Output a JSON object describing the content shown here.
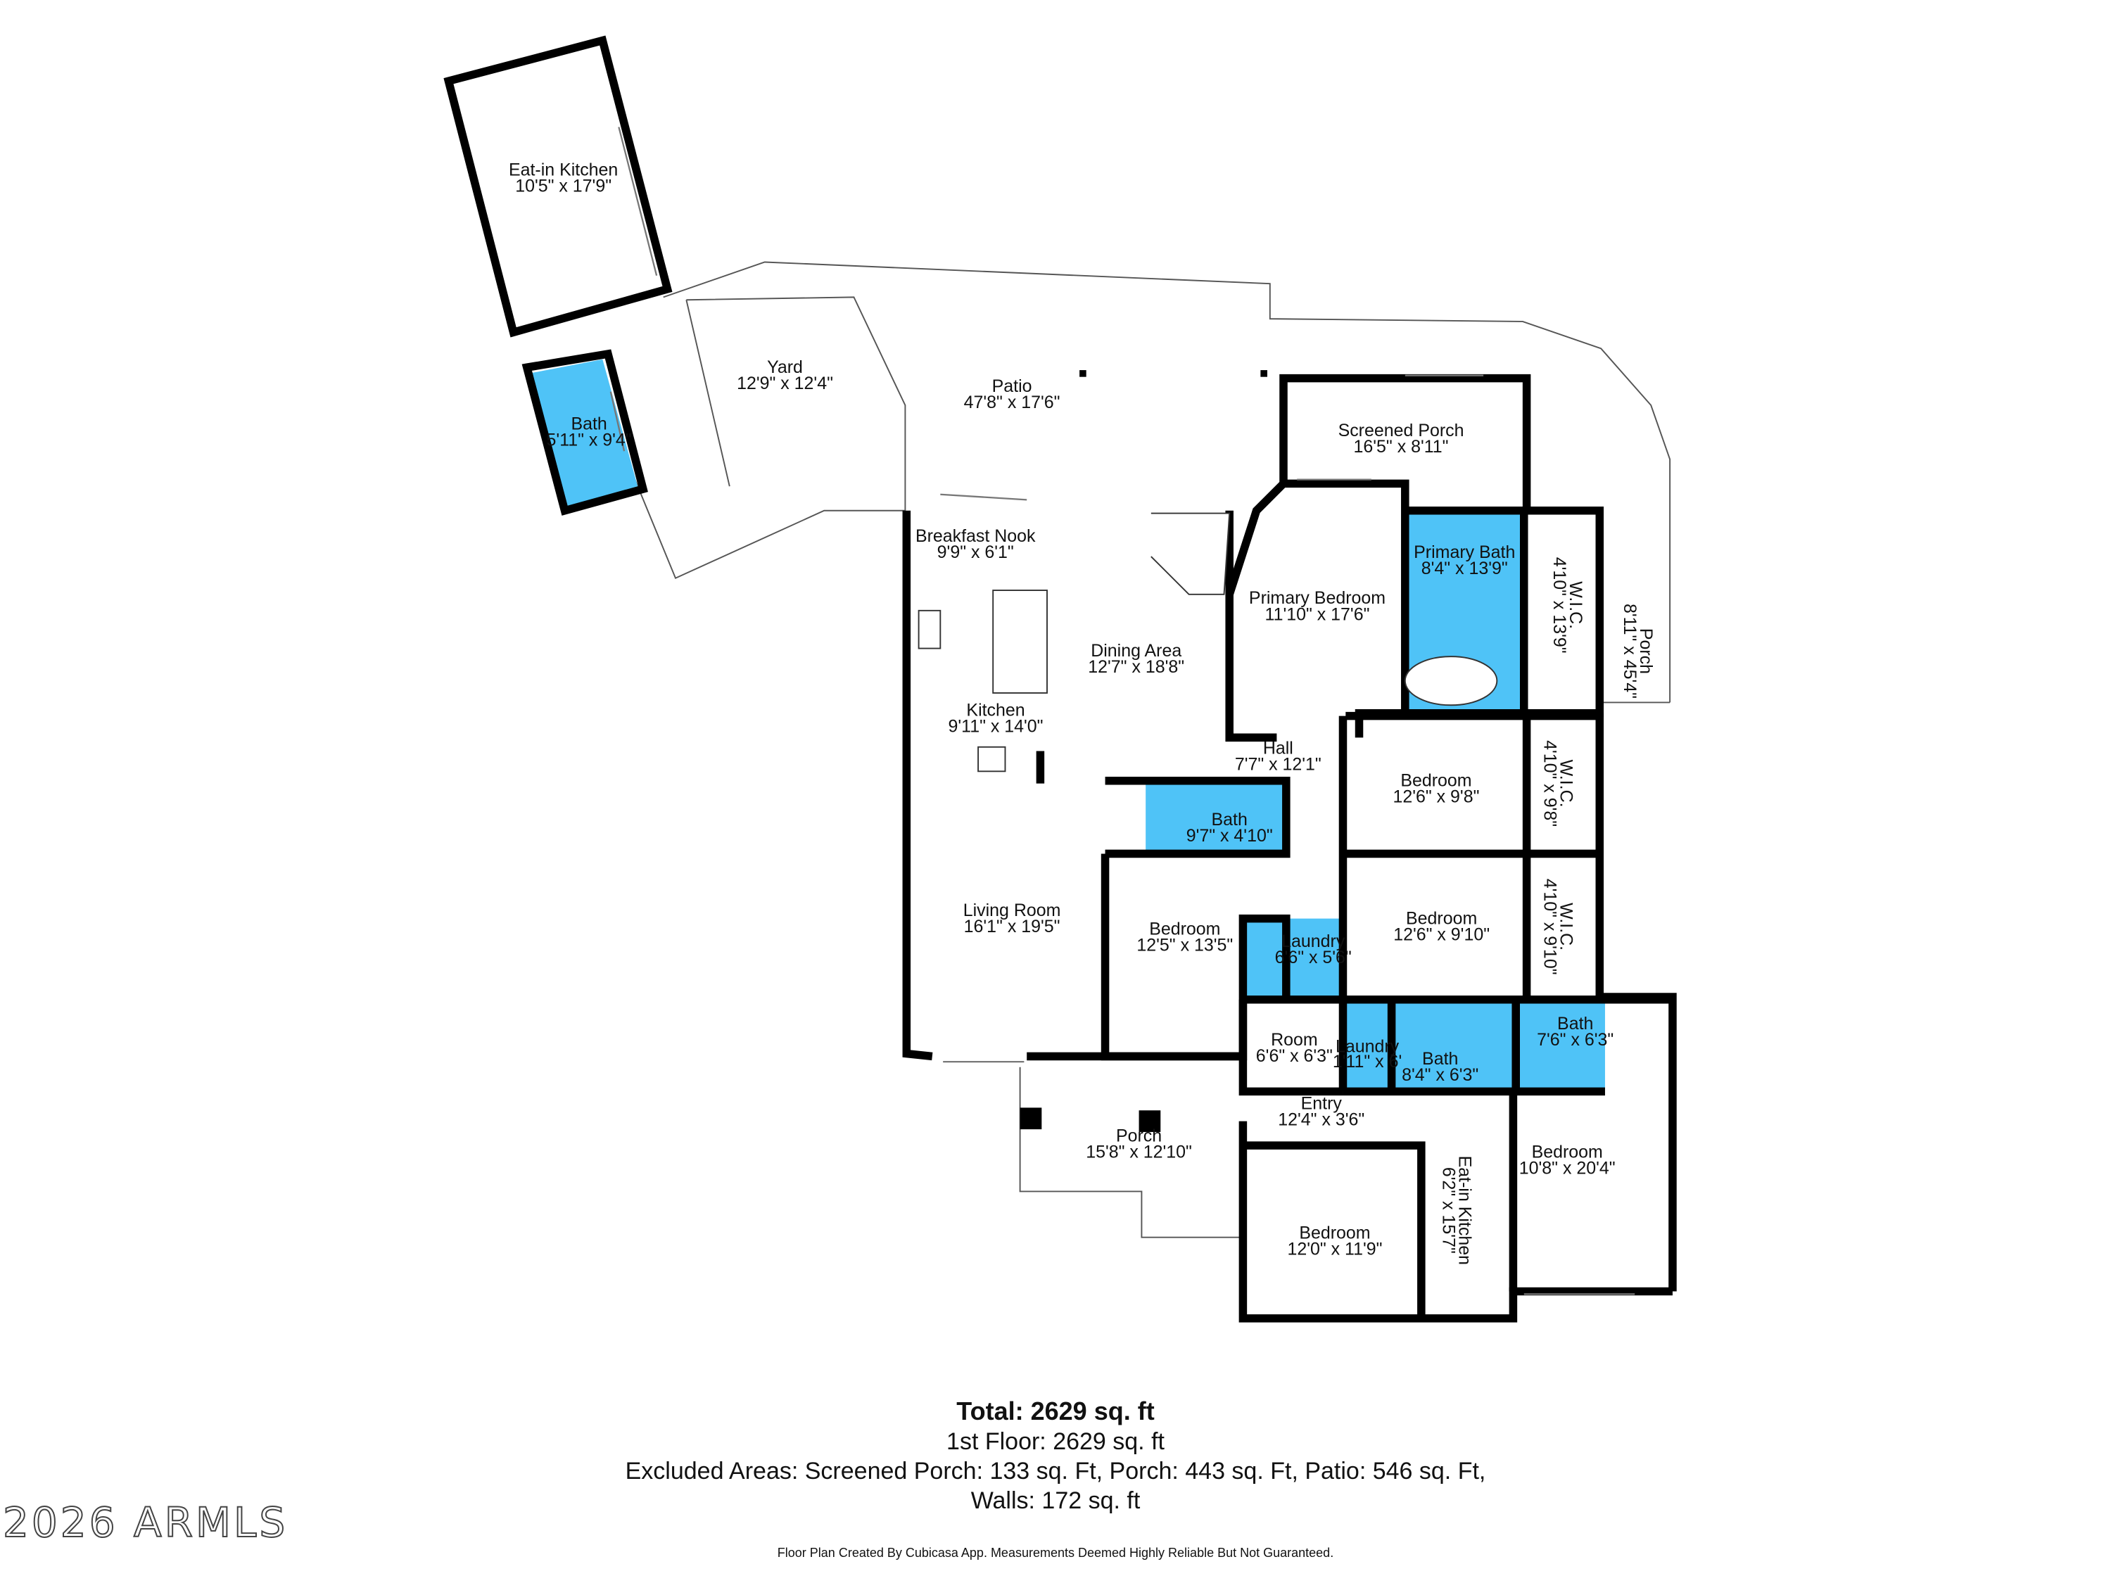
{
  "rooms": [
    {
      "name": "Eat-in Kitchen",
      "dims": "10'5\" x 17'9\""
    },
    {
      "name": "Bath",
      "dims": "5'11\" x 9'4\""
    },
    {
      "name": "Yard",
      "dims": "12'9\" x 12'4\""
    },
    {
      "name": "Patio",
      "dims": "47'8\" x 17'6\""
    },
    {
      "name": "Screened Porch",
      "dims": "16'5\" x 8'11\""
    },
    {
      "name": "Breakfast Nook",
      "dims": "9'9\" x 6'1\""
    },
    {
      "name": "Dining Area",
      "dims": "12'7\" x 18'8\""
    },
    {
      "name": "Kitchen",
      "dims": "9'11\" x 14'0\""
    },
    {
      "name": "Primary Bedroom",
      "dims": "11'10\" x 17'6\""
    },
    {
      "name": "Primary Bath",
      "dims": "8'4\" x 13'9\""
    },
    {
      "name": "W.I.C.",
      "dims": "4'10\" x 13'9\""
    },
    {
      "name": "Porch",
      "dims": "8'11\" x 45'4\""
    },
    {
      "name": "Hall",
      "dims": "7'7\" x 12'1\""
    },
    {
      "name": "Bedroom",
      "dims": "12'6\" x 9'8\""
    },
    {
      "name": "W.I.C.",
      "dims": "4'10\" x 9'8\""
    },
    {
      "name": "Bath",
      "dims": "9'7\" x 4'10\""
    },
    {
      "name": "Living Room",
      "dims": "16'1\" x 19'5\""
    },
    {
      "name": "Bedroom",
      "dims": "12'5\" x 13'5\""
    },
    {
      "name": "Laundry",
      "dims": "6'6\" x 5'6\""
    },
    {
      "name": "Bedroom",
      "dims": "12'6\" x 9'10\""
    },
    {
      "name": "W.I.C.",
      "dims": "4'10\" x 9'10\""
    },
    {
      "name": "Room",
      "dims": "6'6\" x 6'3\""
    },
    {
      "name": "Laundry",
      "dims": "1'11\" x 6'"
    },
    {
      "name": "Bath",
      "dims": "8'4\" x 6'3\""
    },
    {
      "name": "Bath",
      "dims": "7'6\" x 6'3\""
    },
    {
      "name": "Entry",
      "dims": "12'4\" x 3'6\""
    },
    {
      "name": "Porch",
      "dims": "15'8\" x 12'10\""
    },
    {
      "name": "Eat-in Kitchen",
      "dims": "6'2\" x 15'7\""
    },
    {
      "name": "Bedroom",
      "dims": "10'8\" x 20'4\""
    },
    {
      "name": "Bedroom",
      "dims": "12'0\" x 11'9\""
    }
  ],
  "summary": {
    "total": "Total: 2629 sq. ft",
    "floor": "1st Floor: 2629 sq. ft",
    "excluded": "Excluded Areas: Screened Porch: 133 sq. Ft, Porch: 443 sq. Ft, Patio: 546 sq. Ft,",
    "walls": "Walls: 172 sq. ft"
  },
  "credit": "Floor Plan Created By Cubicasa App. Measurements Deemed Highly Reliable But Not Guaranteed.",
  "watermark": "2026 ARMLS",
  "colors": {
    "wall": "#000000",
    "wet_room": "#4fc3f7",
    "outline": "#555555"
  }
}
